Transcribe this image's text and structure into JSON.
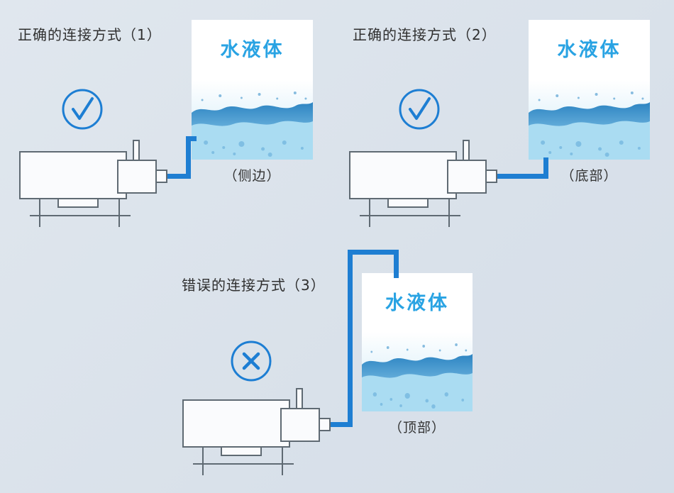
{
  "page": {
    "background": "#dce4ec"
  },
  "colors": {
    "pipe_blue": "#1e7ed2",
    "mark_blue": "#1d7ed3",
    "tank_label_blue": "#29a3e3",
    "pump_outline_gray": "#5f6a73",
    "title_text": "#2f2f2f"
  },
  "scenes": [
    {
      "title": "正确的连接方式（1）",
      "mark": "correct",
      "tank_label": "水液体",
      "connection_label": "（侧边）"
    },
    {
      "title": "正确的连接方式（2）",
      "mark": "correct",
      "tank_label": "水液体",
      "connection_label": "（底部）"
    },
    {
      "title": "错误的连接方式（3）",
      "mark": "wrong",
      "tank_label": "水液体",
      "connection_label": "（顶部）"
    }
  ]
}
